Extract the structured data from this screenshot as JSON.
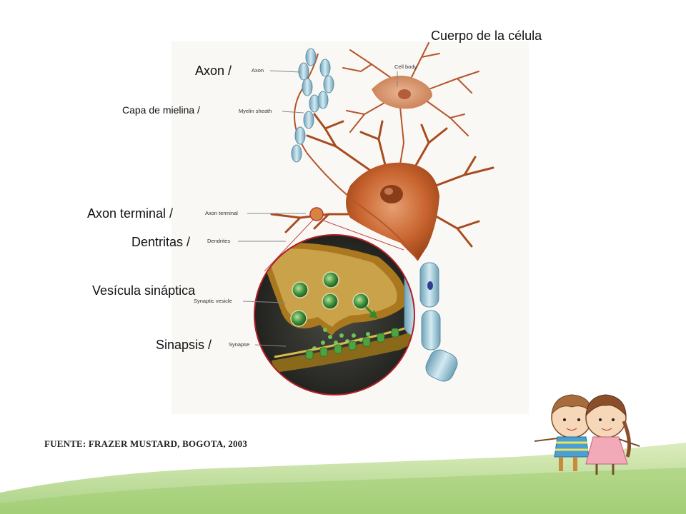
{
  "slide": {
    "labels": {
      "cell_body": "Cuerpo de la célula",
      "axon": "Axon /",
      "myelin": "Capa de mielina /",
      "axon_terminal": "Axon terminal /",
      "dendrites": "Dentritas /",
      "vesicle": "Vesícula sináptica",
      "synapse": "Sinapsis /"
    },
    "figure_labels": {
      "axon": "Axon",
      "cell_body": "Cell body",
      "myelin": "Myelin sheath",
      "axon_terminal": "Axon terminal",
      "dendrites": "Dendrites",
      "vesicle": "Synaptic vesicle",
      "synapse": "Synapse"
    },
    "source": "FUENTE: FRAZER MUSTARD, BOGOTA, 2003"
  },
  "colors": {
    "neuron": "#c8642f",
    "myelin": "#9cc7d6",
    "grass": "#a9cf79",
    "vesicle": "#3f8f3a"
  }
}
